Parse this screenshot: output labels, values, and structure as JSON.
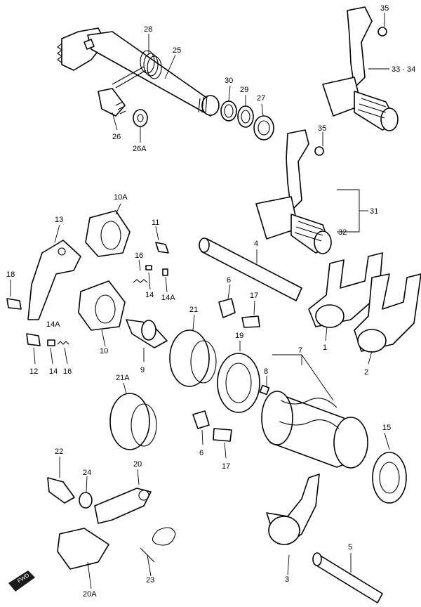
{
  "labels": {
    "p1": "1",
    "p2": "2",
    "p3": "3",
    "p4": "4",
    "p5": "5",
    "p6a": "6",
    "p6b": "6",
    "p7": "7",
    "p8": "8",
    "p9": "9",
    "p10": "10",
    "p10A": "10A",
    "p11": "11",
    "p12": "12",
    "p13": "13",
    "p14a": "14",
    "p14b": "14",
    "p14A_a": "14A",
    "p14A_b": "14A",
    "p15": "15",
    "p16a": "16",
    "p16b": "16",
    "p17a": "17",
    "p17b": "17",
    "p18": "18",
    "p19": "19",
    "p20": "20",
    "p20A": "20A",
    "p21": "21",
    "p21A": "21A",
    "p22": "22",
    "p23": "23",
    "p24": "24",
    "p25": "25",
    "p26": "26",
    "p26A": "26A",
    "p27": "27",
    "p28": "28",
    "p29": "29",
    "p30": "30",
    "p31": "31",
    "p32": "32",
    "p33_34": "33 · 34",
    "p35a": "35",
    "p35b": "35"
  },
  "fwd_badge": "FWD"
}
